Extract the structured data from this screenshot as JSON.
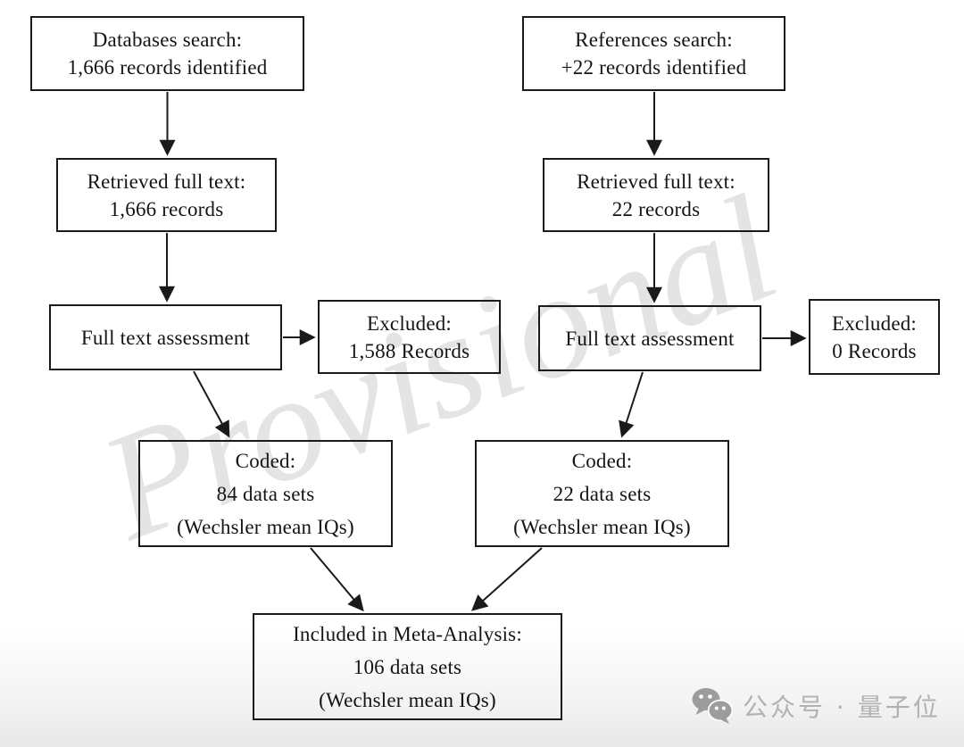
{
  "diagram": {
    "title": "Meta-analysis literature selection flow",
    "boxes": {
      "databases_search": {
        "lines": [
          "Databases search:",
          "1,666 records identified"
        ]
      },
      "references_search": {
        "lines": [
          "References search:",
          "+22 records identified"
        ]
      },
      "retrieved_left": {
        "lines": [
          "Retrieved full text:",
          "1,666 records"
        ]
      },
      "retrieved_right": {
        "lines": [
          "Retrieved full text:",
          "22 records"
        ]
      },
      "assessment_left": {
        "lines": [
          "Full text assessment"
        ]
      },
      "excluded_left": {
        "lines": [
          "Excluded:",
          "1,588 Records"
        ]
      },
      "assessment_right": {
        "lines": [
          "Full text assessment"
        ]
      },
      "excluded_right": {
        "lines": [
          "Excluded:",
          "0 Records"
        ]
      },
      "coded_left": {
        "lines": [
          "Coded:",
          "84 data sets",
          "(Wechsler mean IQs)"
        ]
      },
      "coded_right": {
        "lines": [
          "Coded:",
          "22 data sets",
          "(Wechsler mean IQs)"
        ]
      },
      "included": {
        "lines": [
          "Included in Meta-Analysis:",
          "106 data sets",
          "(Wechsler mean IQs)"
        ]
      }
    }
  },
  "watermarks": {
    "provisional": "Provisional",
    "wechat_text": "公众号 · 量子位"
  },
  "colors": {
    "box_border": "#1a1a1a",
    "text": "#141414",
    "provisional_gray": "#e4e4e4",
    "brand_gray": "#b2b2b2"
  }
}
